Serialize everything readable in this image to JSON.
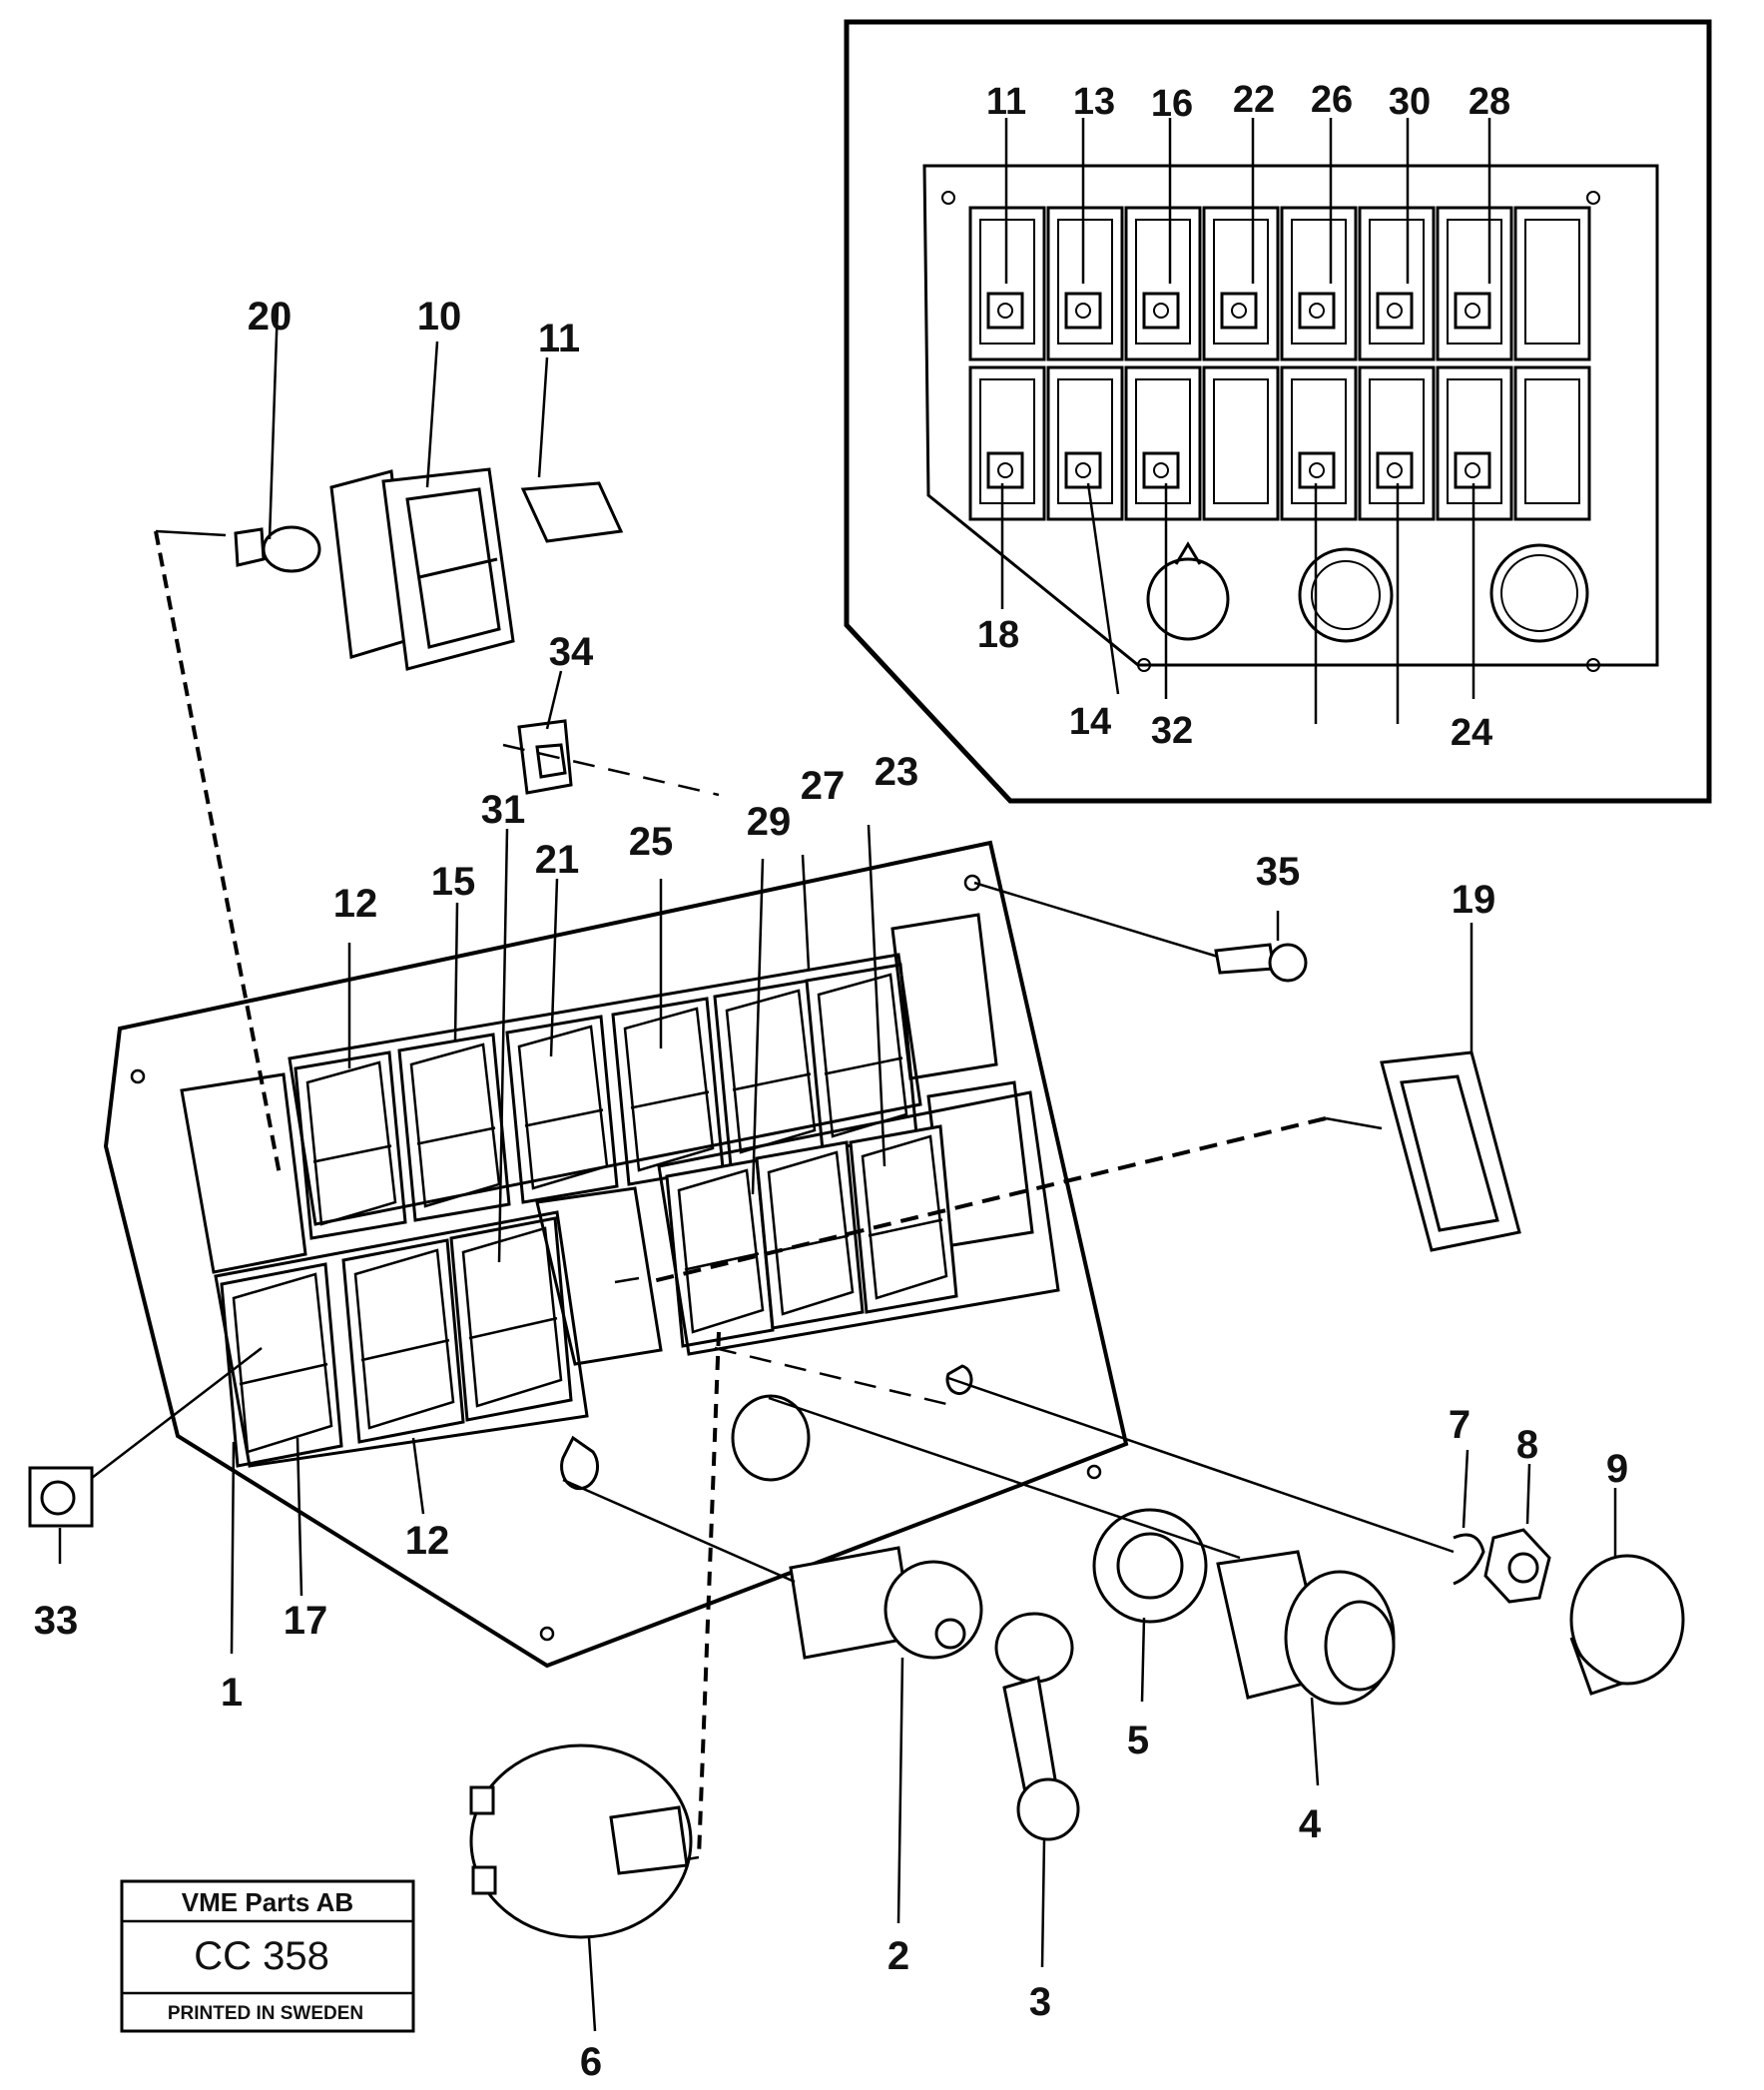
{
  "inset_callouts_top": [
    "11",
    "13",
    "16",
    "22",
    "26",
    "30",
    "28"
  ],
  "inset_callouts_bottom": [
    "18",
    "14",
    "32",
    "24"
  ],
  "main_callouts": {
    "c20": "20",
    "c10": "10",
    "c11": "11",
    "c34": "34",
    "c31": "31",
    "c21": "21",
    "c25": "25",
    "c29": "29",
    "c27": "27",
    "c23": "23",
    "c12a": "12",
    "c15": "15",
    "c35": "35",
    "c19": "19",
    "c7": "7",
    "c8": "8",
    "c9": "9",
    "c33": "33",
    "c17": "17",
    "c12b": "12",
    "c1": "1",
    "c5": "5",
    "c4": "4",
    "c2": "2",
    "c3": "3",
    "c6": "6"
  },
  "stamp": {
    "company": "VME Parts AB",
    "code": "CC 358",
    "printed": "PRINTED IN SWEDEN"
  },
  "icons": {
    "inset_top_row": [
      "work-light-icon",
      "headlight-icon",
      "hazard-warning-icon",
      "beacon-icon",
      "fan-blower-icon",
      "l-letter-icon",
      "hydraulic-lock-icon"
    ],
    "inset_bottom_row": [
      "wiper-icon",
      "fog-light-icon",
      "rear-fan-icon",
      "seat-heater-icon",
      "rear-defroster-icon",
      "air-conditioning-icon"
    ]
  }
}
